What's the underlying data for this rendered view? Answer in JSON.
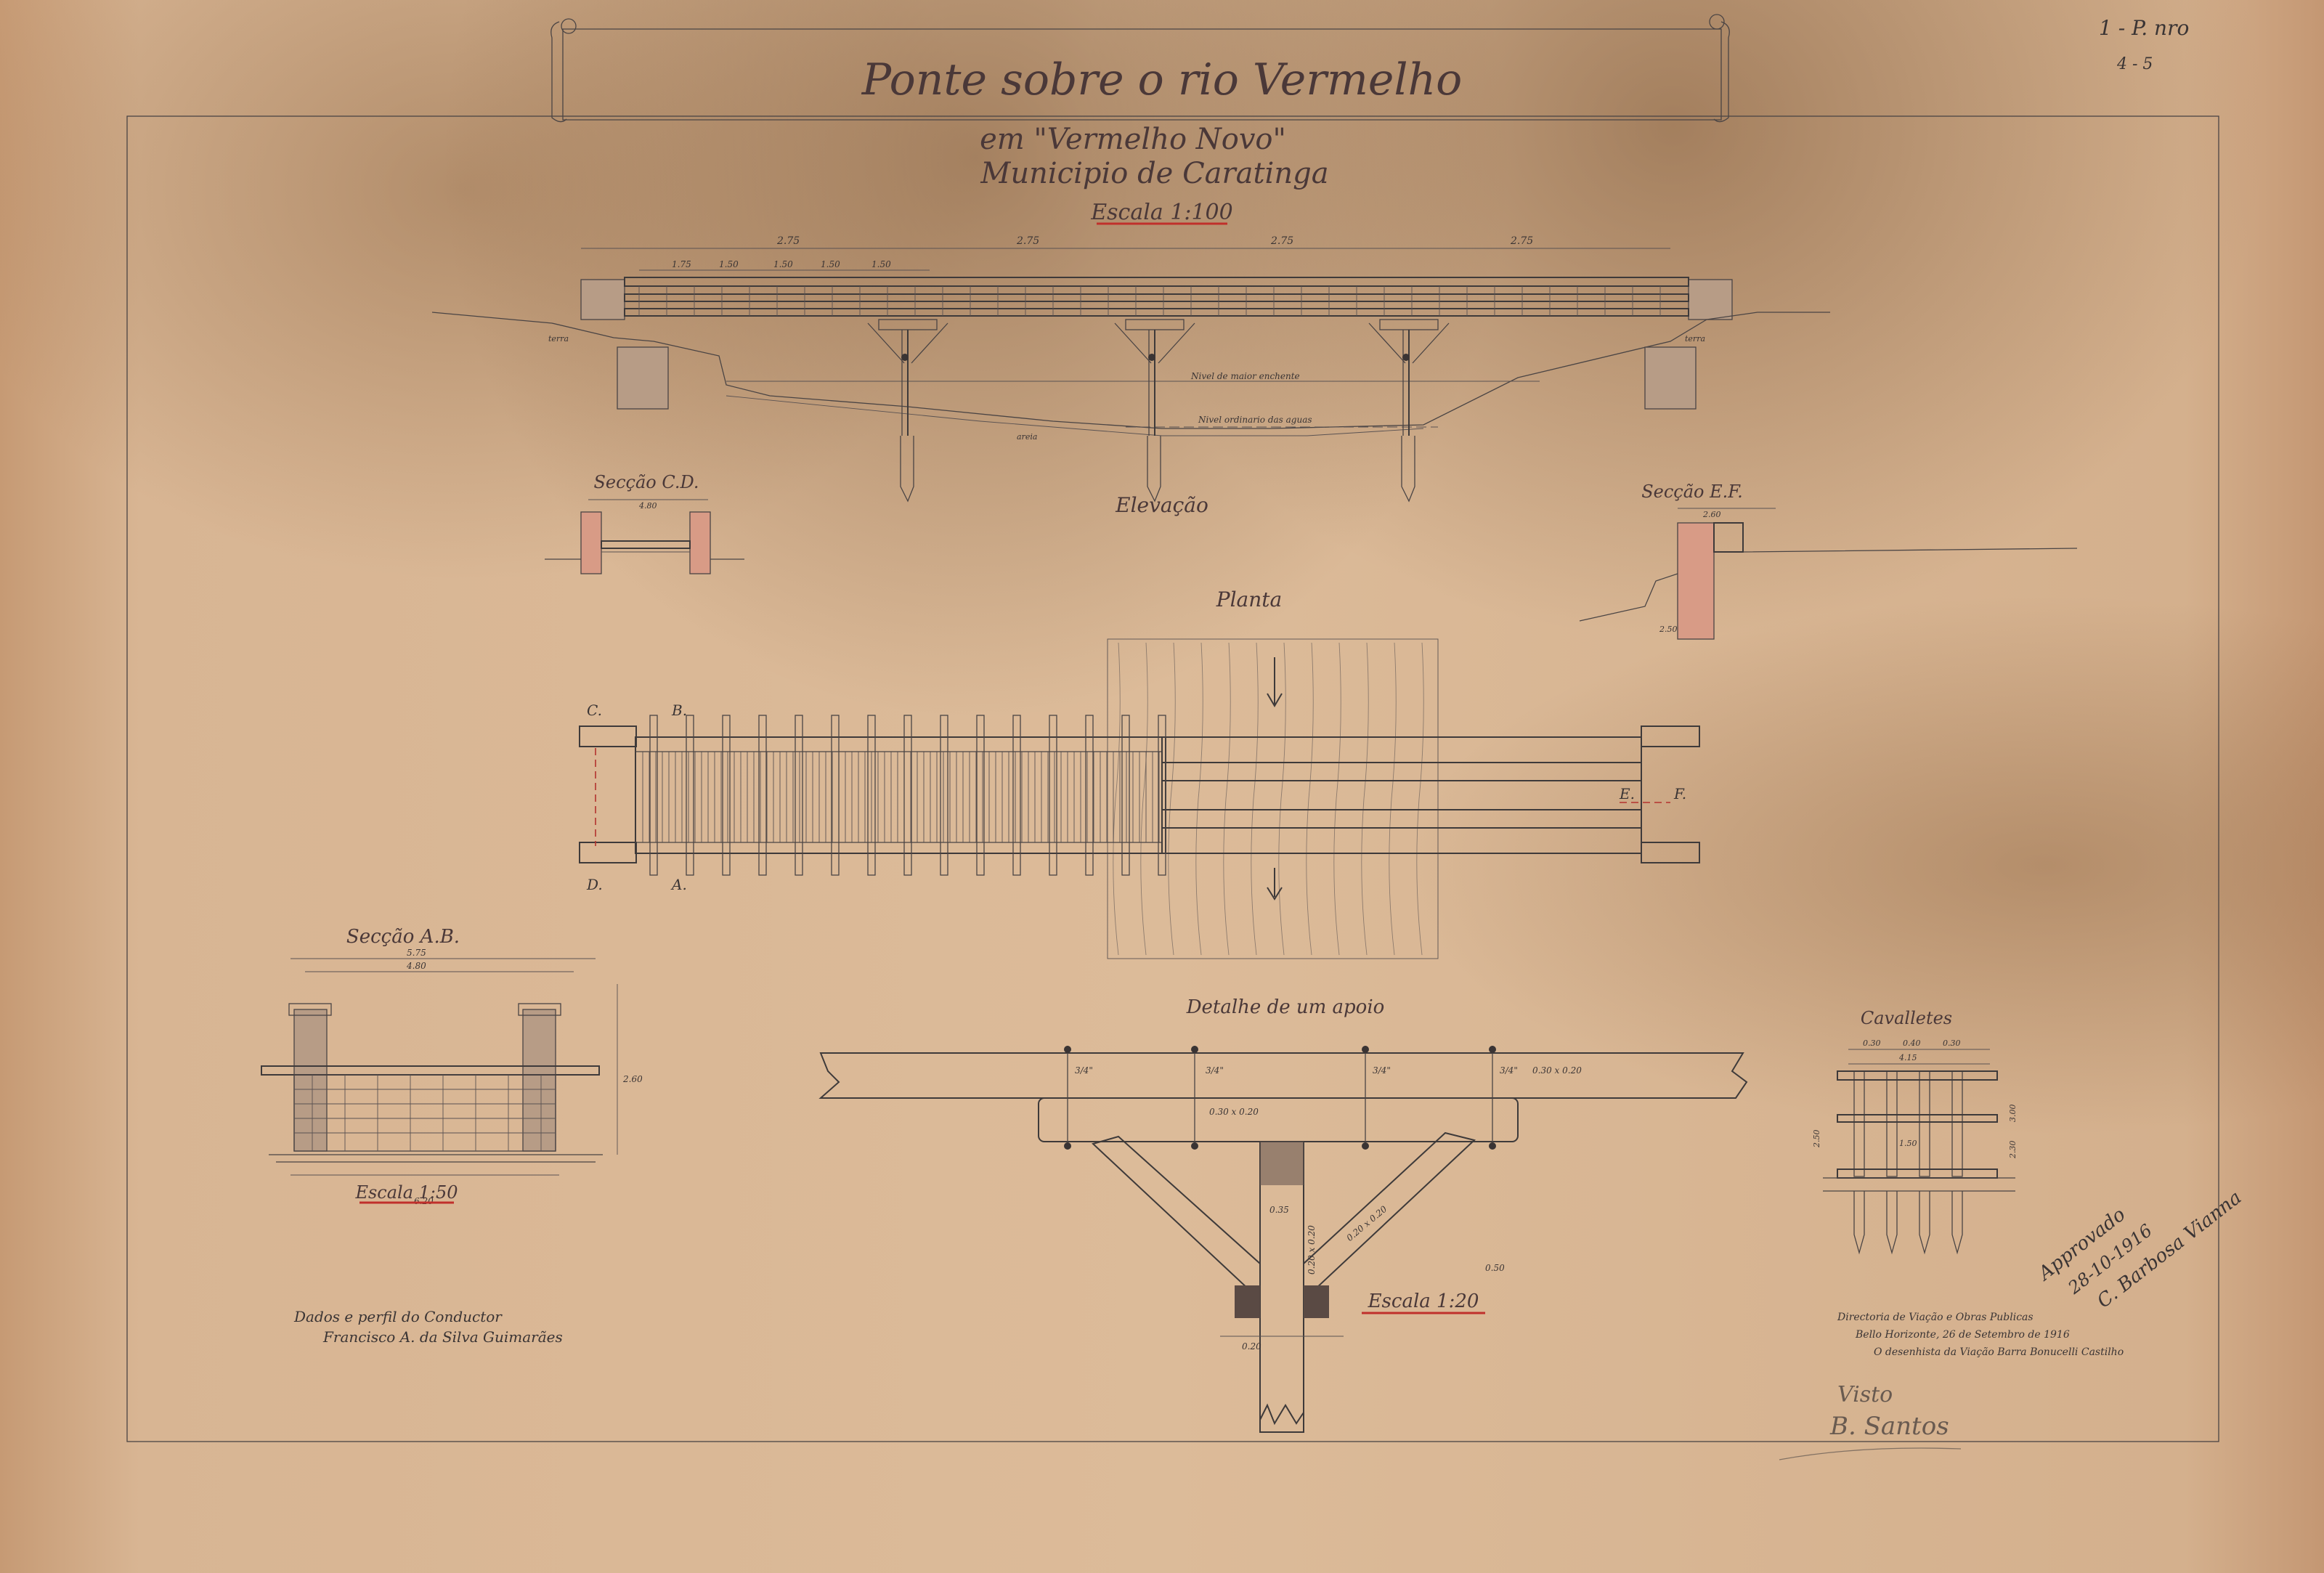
{
  "drawing": {
    "title": "Ponte sobre o rio Vermelho",
    "subtitle": "em \"Vermelho Novo\"",
    "municipality": "Municipio de Caratinga",
    "main_scale": "Escala 1:100",
    "corner_note": "1 - P. nro",
    "corner_note_2": "4 - 5"
  },
  "views": {
    "elevation": "Elevação",
    "plan": "Planta",
    "section_cd": "Secção C.D.",
    "section_ef": "Secção E.F.",
    "section_ab": "Secção A.B.",
    "section_ab_scale": "Escala 1:50",
    "support_detail": "Detalhe de um apoio",
    "support_detail_scale": "Escala 1:20",
    "trestles": "Cavalletes"
  },
  "labels": {
    "water_max": "Nivel de maior enchente",
    "water_ordinary": "Nivel ordinario das aguas",
    "terreno_left": "terra",
    "terreno_right": "terra",
    "areia": "areia",
    "plan_letters": [
      "C.",
      "A.",
      "B.",
      "D.",
      "E.",
      "F."
    ]
  },
  "dimensions": {
    "elevation_spans": [
      "2.75",
      "2.75",
      "2.75",
      "2.75"
    ],
    "elevation_sub": [
      "1.75",
      "1.50",
      "1.50",
      "1.50",
      "1.50"
    ],
    "section_cd_width": "4.80",
    "section_ef_width": "2.60",
    "section_ef_depth": "2.50",
    "section_ab_top": "5.75",
    "section_ab_inner": "4.80",
    "section_ab_bottom": "6.20",
    "section_ab_height": "2.60",
    "support_beam": "0.30 x 0.20",
    "support_cap": "0.30 x 0.20",
    "support_brace": "0.20 x 0.20",
    "support_post": "0.35",
    "support_post_section": "0.20 x 0.20",
    "support_bolt": "3/4\"",
    "support_foot": "0.20",
    "support_misc": "0.50",
    "trestle_top": [
      "0.30",
      "0.40",
      "0.30"
    ],
    "trestle_width": "4.15",
    "trestle_mid": "1.50",
    "trestle_h1": "2.50",
    "trestle_h2": "3.00",
    "trestle_h3": "2.30"
  },
  "notes": {
    "conductor_line1": "Dados e perfil do Conductor",
    "conductor_line2": "Francisco A. da Silva Guimarães",
    "office_line1": "Directoria de Viação e Obras Publicas",
    "office_line2": "Bello Horizonte, 26 de Setembro de 1916",
    "office_line3": "O desenhista da Viação Barra Bonucelli Castilho",
    "approved_line1": "Approvado",
    "approved_line2": "28-10-1916",
    "approved_line3": "C. Barbosa Vianna",
    "visto_line1": "Visto",
    "visto_line2": "B. Santos"
  }
}
